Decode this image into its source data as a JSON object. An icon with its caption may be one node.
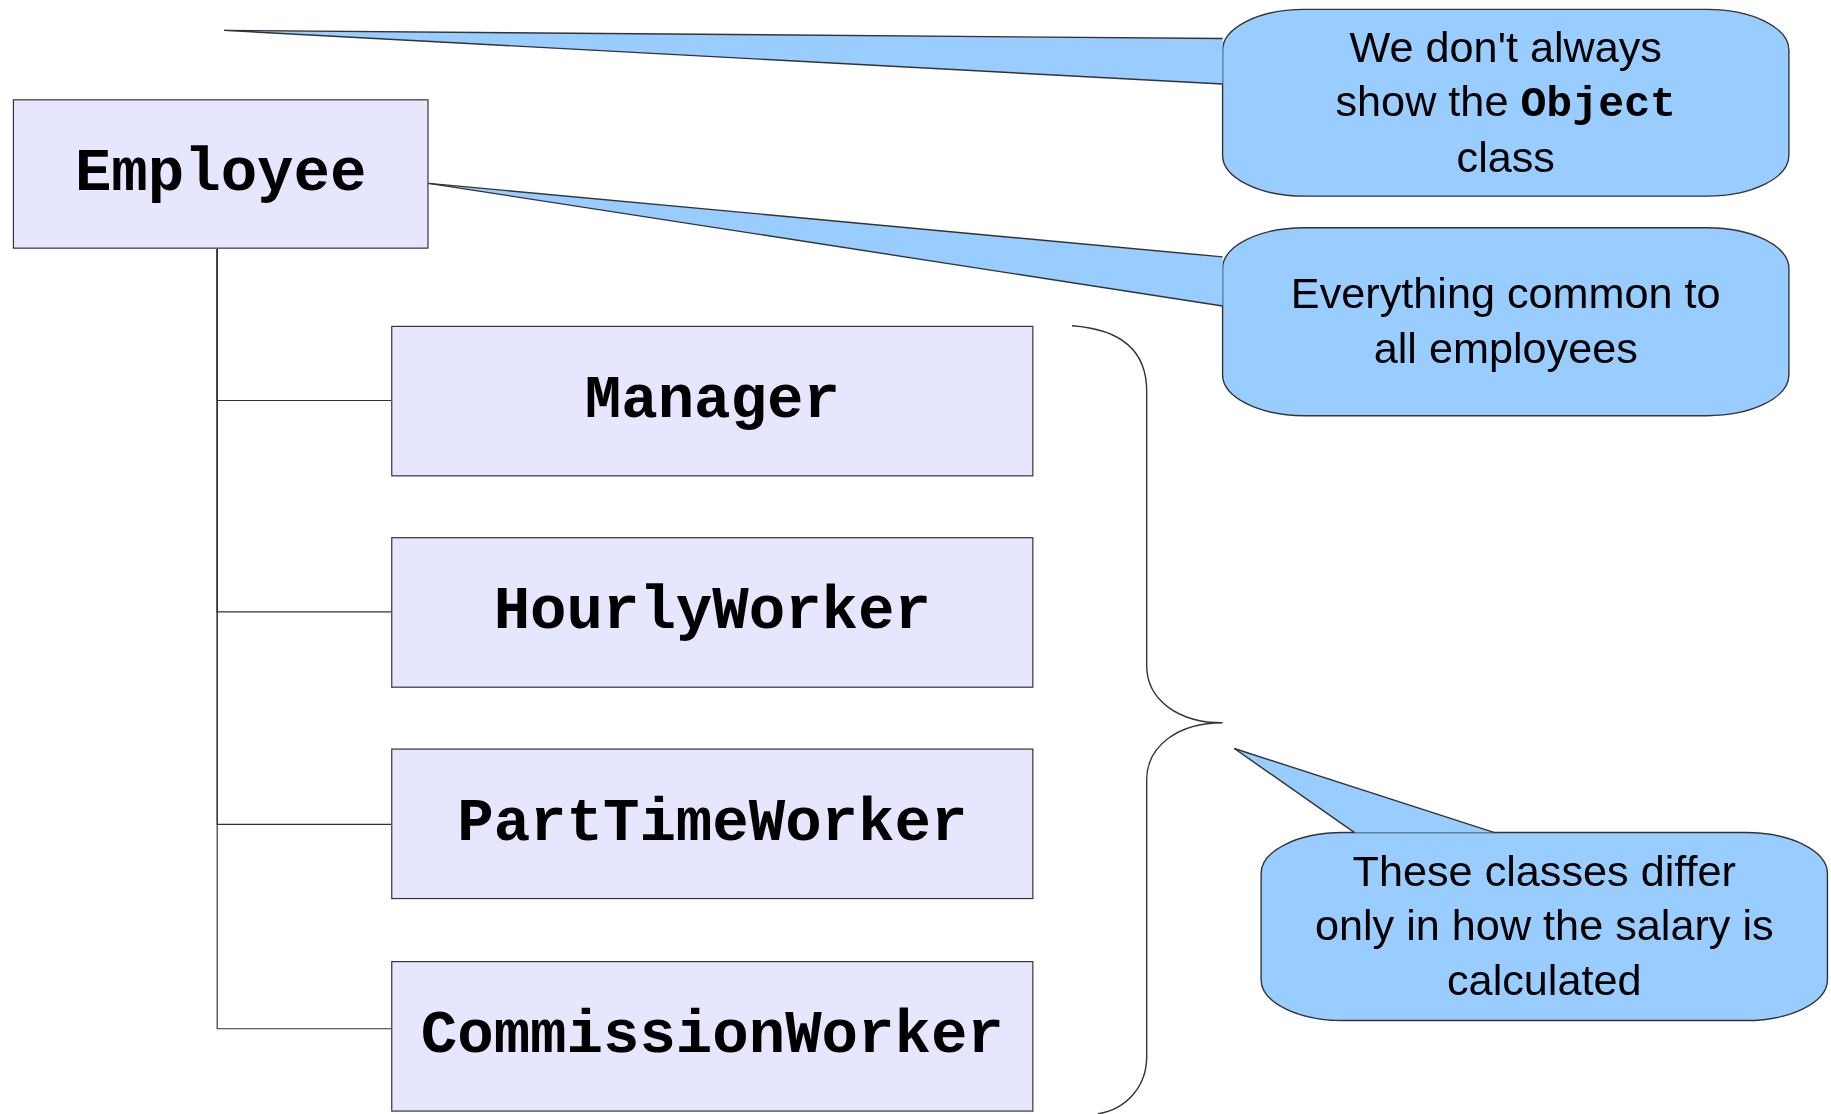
{
  "diagram": {
    "nodes": [
      {
        "text": [
          "Employee"
        ]
      },
      {
        "text": [
          "Manager"
        ]
      },
      {
        "text": [
          "HourlyWorker"
        ]
      },
      {
        "text": [
          "PartTimeWorker"
        ]
      },
      {
        "text": [
          "CommissionWorker"
        ]
      },
      {
        "text": [
          "We don't always show the **Object** class"
        ]
      },
      {
        "text": [
          "Everything common to all employees"
        ]
      },
      {
        "text": [
          "These classes differ only in how the salary is calculated"
        ]
      }
    ],
    "edges": [
      {
        "from": 0,
        "to": 1,
        "arrow": "none"
      },
      {
        "from": 0,
        "to": 2,
        "arrow": "none"
      },
      {
        "from": 0,
        "to": 3,
        "arrow": "none"
      },
      {
        "from": 0,
        "to": 4,
        "arrow": "none"
      },
      {
        "from": 5,
        "to": null,
        "arrow": "none"
      },
      {
        "from": 6,
        "to": 0,
        "arrow": "none"
      },
      {
        "from": 7,
        "to": null,
        "arrow": "none"
      }
    ]
  }
}
